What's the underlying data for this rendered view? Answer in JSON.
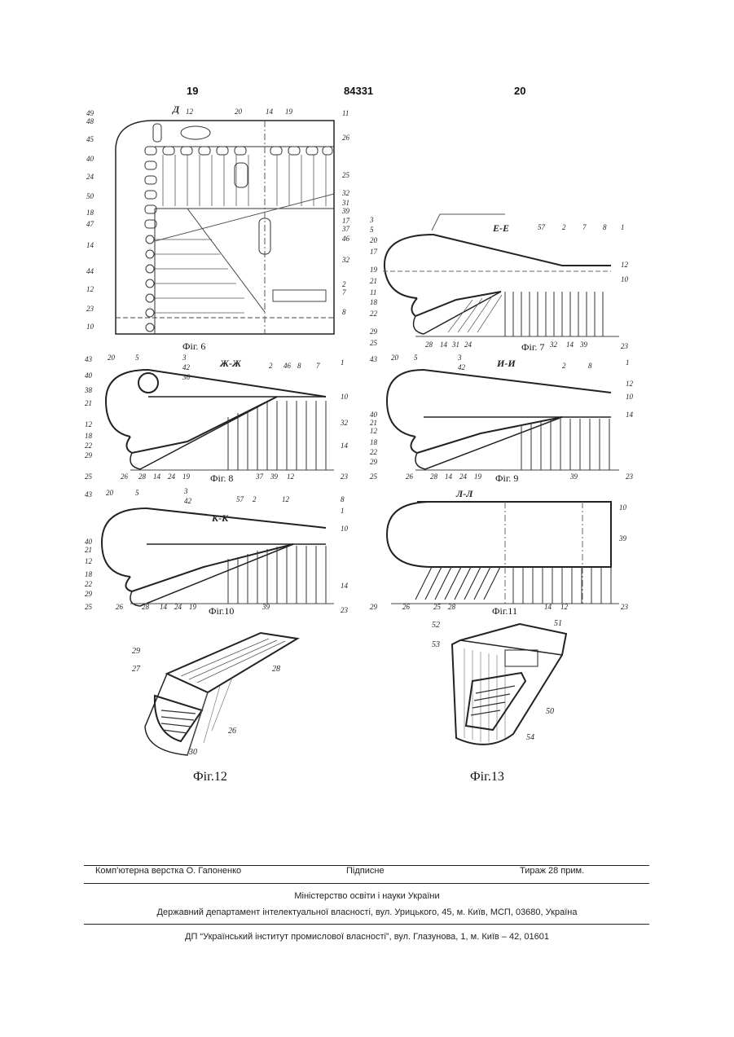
{
  "header": {
    "page_left": "19",
    "patent_number": "84331",
    "page_right": "20"
  },
  "figures": {
    "fig6": {
      "caption": "Фіг. 6",
      "section": "Д"
    },
    "fig7": {
      "caption": "Фіг. 7",
      "section": "Е-Е"
    },
    "fig8": {
      "caption": "Фіг. 8",
      "section": "Ж-Ж"
    },
    "fig9": {
      "caption": "Фіг. 9",
      "section": "И-И"
    },
    "fig10": {
      "caption": "Фіг.10",
      "section": "К-К"
    },
    "fig11": {
      "caption": "Фіг.11",
      "section": "Л-Л"
    },
    "fig12": {
      "caption": "Фіг.12"
    },
    "fig13": {
      "caption": "Фіг.13"
    }
  },
  "footer": {
    "layout": "Комп’ютерна верстка О. Гапоненко",
    "signed": "Підписне",
    "circulation": "Тираж 28 прим.",
    "ministry": "Міністерство освіти і науки України",
    "department": "Державний департамент інтелектуальної власності, вул. Урицького, 45, м. Київ, МСП, 03680, Україна",
    "institute": "ДП “Український інститут промислової власності”, вул. Глазунова, 1, м. Київ – 42, 01601"
  }
}
